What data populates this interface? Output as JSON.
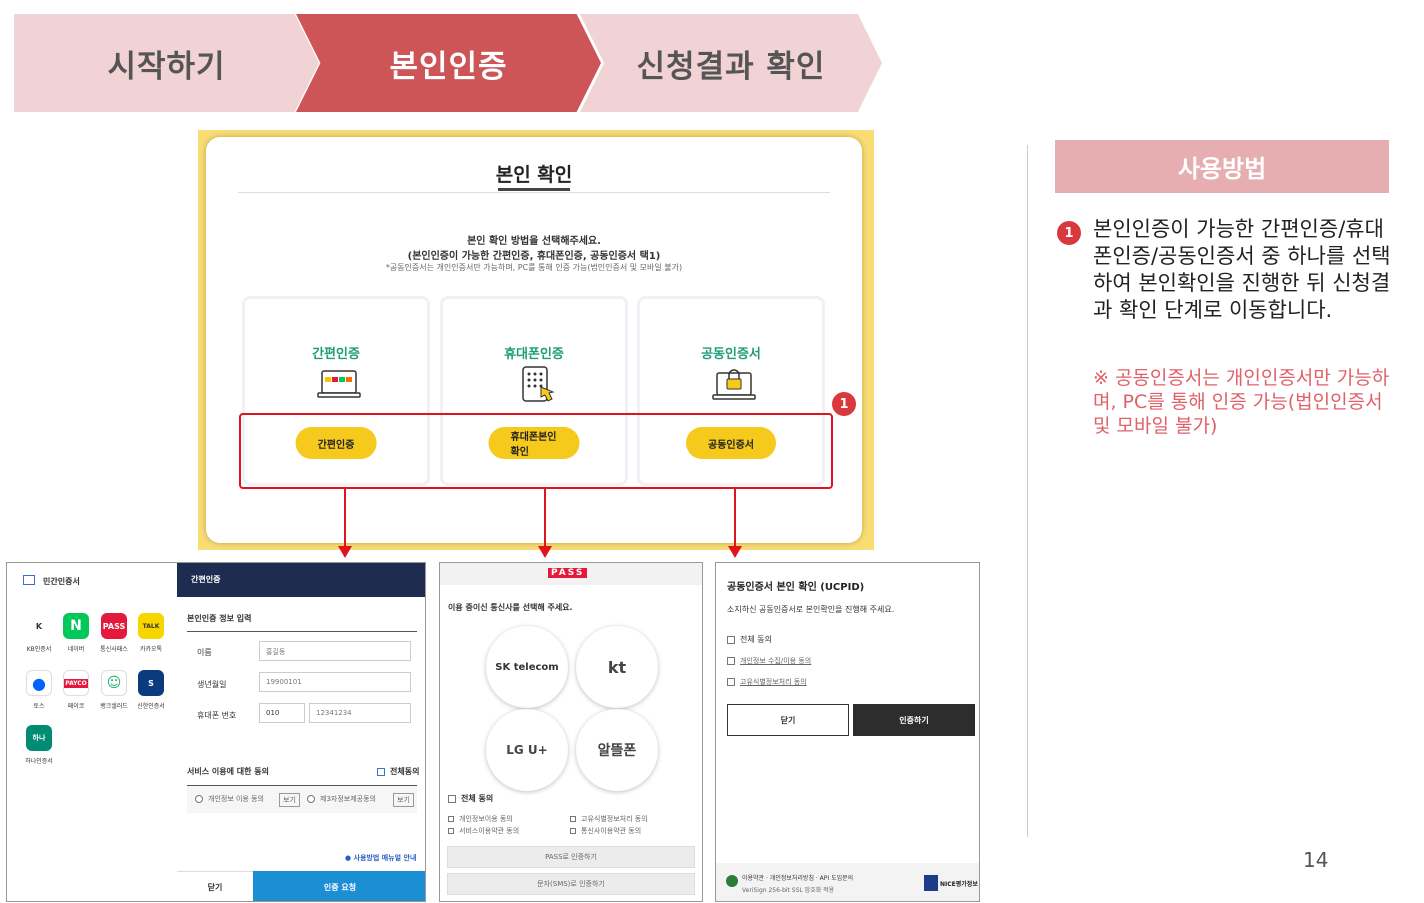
{
  "steps": {
    "start": "시작하기",
    "verify": "본인인증",
    "result": "신청결과 확인"
  },
  "card": {
    "title": "본인 확인",
    "desc1": "본인 확인 방법을 선택해주세요.",
    "desc2": "(본인인증이 가능한 간편인증, 휴대폰인증, 공동인증서 택1)",
    "desc3": "*공동인증서는 개인인증서만 가능하며, PC를 통해 인증 가능(법인인증서 및 모바일 불가)",
    "options": [
      {
        "title": "간편인증",
        "button": "간편인증",
        "icon": "laptop-apps-icon"
      },
      {
        "title": "휴대폰인증",
        "button": "휴대폰본인확인",
        "icon": "phone-keypad-icon"
      },
      {
        "title": "공동인증서",
        "button": "공동인증서",
        "icon": "laptop-lock-icon"
      }
    ],
    "badge": "1"
  },
  "howto": {
    "title": "사용방법",
    "badge": "1",
    "text": "본인인증이 가능한 간편인증/휴대폰인증/공동인증서 중 하나를 선택하여 본인확인을 진행한 뒤 신청결과 확인 단계로 이동합니다.",
    "note": "※ 공동인증서는 개인인증서만 가능하며, PC를 통해 인증 가능(법인인증서 및 모바일 불가)"
  },
  "page_number": "14",
  "panel_simple": {
    "sidebar_title": "민간인증서",
    "apps": [
      {
        "name": "KB인증서",
        "color": "#f7c600",
        "glyph": "K"
      },
      {
        "name": "네이버",
        "color": "#03c75a",
        "glyph": "N"
      },
      {
        "name": "통신사패스",
        "color": "#e4193b",
        "glyph": "PASS"
      },
      {
        "name": "카카오톡",
        "color": "#f7d600",
        "glyph": "TALK"
      },
      {
        "name": "토스",
        "color": "#ffffff",
        "glyph": "●"
      },
      {
        "name": "페이코",
        "color": "#ffffff",
        "glyph": "PAYCO"
      },
      {
        "name": "뱅크샐러드",
        "color": "#ffffff",
        "glyph": "☺"
      },
      {
        "name": "신한인증서",
        "color": "#0b3a7d",
        "glyph": "S"
      },
      {
        "name": "하나인증서",
        "color": "#008c73",
        "glyph": "하나"
      }
    ],
    "header": "간편인증",
    "section": "본인인증 정보 입력",
    "name_label": "이름",
    "name_value": "홍길동",
    "birth_label": "생년월일",
    "birth_value": "19900101",
    "phone_label": "휴대폰 번호",
    "phone_prefix": "010",
    "phone_value": "12341234",
    "consent_title": "서비스 이용에 대한 동의",
    "consent_all": "전체동의",
    "consent1": "개인정보 이용 동의",
    "consent2": "제3자정보제공동의",
    "view": "보기",
    "guide": "사용방법 매뉴얼 안내",
    "close": "닫기",
    "request": "인증 요청"
  },
  "panel_pass": {
    "logo": "PASS",
    "prompt": "이용 중이신 통신사를 선택해 주세요.",
    "carriers": [
      "SK telecom",
      "kt",
      "LG U+",
      "알뜰폰"
    ],
    "agree_all": "전체 동의",
    "agree1": "개인정보이용 동의",
    "agree2": "고유식별정보처리 동의",
    "agree3": "서비스이용약관 동의",
    "agree4": "통신사이용약관 동의",
    "btn_pass": "PASS로 인증하기",
    "btn_sms": "문자(SMS)로 인증하기"
  },
  "panel_cert": {
    "title": "공동인증서 본인 확인 (UCPID)",
    "subtitle": "소지하신 공동인증서로 본인확인을 진행해 주세요.",
    "agree_all": "전체 동의",
    "agree1": "개인정보 수집/이용 동의",
    "agree2": "고유식별정보처리 동의",
    "close": "닫기",
    "confirm": "인증하기",
    "footer1": "이용약관 · 개인정보처리방침 · API 도입문의",
    "footer2": "VeriSign 256-bit SSL 암호화 적용",
    "footer_logo": "NICE평가정보"
  }
}
